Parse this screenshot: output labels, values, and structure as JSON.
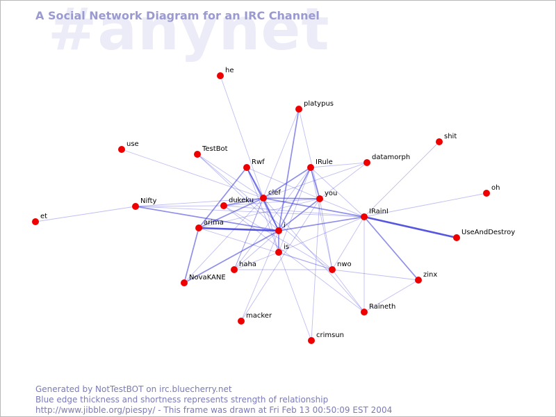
{
  "watermark": "#anynet",
  "title": "A Social Network Diagram for an IRC Channel",
  "footer": {
    "line1": "Generated by NotTestBOT on irc.bluecherry.net",
    "line2": "Blue edge thickness and shortness represents strength of relationship",
    "line3": "http://www.jibble.org/piespy/ - This frame was drawn at Fri Feb 13 00:50:09 EST 2004"
  },
  "colors": {
    "node": "#ee0000",
    "edge": "#4444dd",
    "title": "#9a9ad0",
    "watermark": "#ececf8",
    "footer": "#7a7ab8"
  },
  "nodes": [
    {
      "id": "he",
      "label": "he"
    },
    {
      "id": "platypus",
      "label": "platypus"
    },
    {
      "id": "shit",
      "label": "shit"
    },
    {
      "id": "use",
      "label": "use"
    },
    {
      "id": "TestBot",
      "label": "TestBot"
    },
    {
      "id": "Rwf",
      "label": "Rwf"
    },
    {
      "id": "IRule",
      "label": "IRule"
    },
    {
      "id": "datamorph",
      "label": "datamorph"
    },
    {
      "id": "oh",
      "label": "oh"
    },
    {
      "id": "Nifty",
      "label": "Nifty"
    },
    {
      "id": "dukeku",
      "label": "dukeku"
    },
    {
      "id": "clef",
      "label": "clef"
    },
    {
      "id": "you",
      "label": "you"
    },
    {
      "id": "IRainI",
      "label": "IRainI"
    },
    {
      "id": "et",
      "label": "et"
    },
    {
      "id": "arima",
      "label": "arima"
    },
    {
      "id": "i",
      "label": "i"
    },
    {
      "id": "UseAndDestroy",
      "label": "UseAndDestroy"
    },
    {
      "id": "is",
      "label": "is"
    },
    {
      "id": "haha",
      "label": "haha"
    },
    {
      "id": "nwo",
      "label": "nwo"
    },
    {
      "id": "NovaKANE",
      "label": "NovaKANE"
    },
    {
      "id": "zinx",
      "label": "zinx"
    },
    {
      "id": "Raineth",
      "label": "Raineth"
    },
    {
      "id": "macker",
      "label": "macker"
    },
    {
      "id": "crimsun",
      "label": "crimsun"
    }
  ],
  "edges": [
    {
      "from": "he",
      "to": "clef",
      "strength": 1
    },
    {
      "from": "platypus",
      "to": "i",
      "strength": 2
    },
    {
      "from": "platypus",
      "to": "you",
      "strength": 1
    },
    {
      "from": "platypus",
      "to": "haha",
      "strength": 1
    },
    {
      "from": "shit",
      "to": "IRainI",
      "strength": 1
    },
    {
      "from": "use",
      "to": "clef",
      "strength": 1
    },
    {
      "from": "TestBot",
      "to": "clef",
      "strength": 1
    },
    {
      "from": "TestBot",
      "to": "i",
      "strength": 1
    },
    {
      "from": "TestBot",
      "to": "nwo",
      "strength": 1
    },
    {
      "from": "Rwf",
      "to": "clef",
      "strength": 2
    },
    {
      "from": "Rwf",
      "to": "i",
      "strength": 2
    },
    {
      "from": "Rwf",
      "to": "arima",
      "strength": 2
    },
    {
      "from": "Rwf",
      "to": "you",
      "strength": 1
    },
    {
      "from": "Rwf",
      "to": "is",
      "strength": 1
    },
    {
      "from": "IRule",
      "to": "clef",
      "strength": 2
    },
    {
      "from": "IRule",
      "to": "i",
      "strength": 2
    },
    {
      "from": "IRule",
      "to": "you",
      "strength": 2
    },
    {
      "from": "IRule",
      "to": "datamorph",
      "strength": 1
    },
    {
      "from": "IRule",
      "to": "is",
      "strength": 1
    },
    {
      "from": "IRule",
      "to": "nwo",
      "strength": 1
    },
    {
      "from": "IRule",
      "to": "IRainI",
      "strength": 1
    },
    {
      "from": "IRule",
      "to": "haha",
      "strength": 1
    },
    {
      "from": "datamorph",
      "to": "clef",
      "strength": 1
    },
    {
      "from": "datamorph",
      "to": "you",
      "strength": 1
    },
    {
      "from": "oh",
      "to": "IRainI",
      "strength": 1
    },
    {
      "from": "Nifty",
      "to": "clef",
      "strength": 1
    },
    {
      "from": "Nifty",
      "to": "dukeku",
      "strength": 1
    },
    {
      "from": "Nifty",
      "to": "i",
      "strength": 2
    },
    {
      "from": "Nifty",
      "to": "IRainI",
      "strength": 1
    },
    {
      "from": "dukeku",
      "to": "clef",
      "strength": 2
    },
    {
      "from": "dukeku",
      "to": "you",
      "strength": 1
    },
    {
      "from": "dukeku",
      "to": "IRainI",
      "strength": 1
    },
    {
      "from": "dukeku",
      "to": "nwo",
      "strength": 1
    },
    {
      "from": "dukeku",
      "to": "Raineth",
      "strength": 1
    },
    {
      "from": "clef",
      "to": "you",
      "strength": 2
    },
    {
      "from": "clef",
      "to": "IRainI",
      "strength": 2
    },
    {
      "from": "clef",
      "to": "arima",
      "strength": 2
    },
    {
      "from": "clef",
      "to": "i",
      "strength": 2
    },
    {
      "from": "clef",
      "to": "is",
      "strength": 1
    },
    {
      "from": "clef",
      "to": "haha",
      "strength": 1
    },
    {
      "from": "clef",
      "to": "NovaKANE",
      "strength": 1
    },
    {
      "from": "clef",
      "to": "Raineth",
      "strength": 1
    },
    {
      "from": "you",
      "to": "IRainI",
      "strength": 1
    },
    {
      "from": "you",
      "to": "i",
      "strength": 2
    },
    {
      "from": "you",
      "to": "arima",
      "strength": 1
    },
    {
      "from": "you",
      "to": "nwo",
      "strength": 1
    },
    {
      "from": "you",
      "to": "macker",
      "strength": 1
    },
    {
      "from": "you",
      "to": "crimsun",
      "strength": 1
    },
    {
      "from": "IRainI",
      "to": "UseAndDestroy",
      "strength": 3
    },
    {
      "from": "IRainI",
      "to": "i",
      "strength": 2
    },
    {
      "from": "IRainI",
      "to": "is",
      "strength": 1
    },
    {
      "from": "IRainI",
      "to": "zinx",
      "strength": 2
    },
    {
      "from": "IRainI",
      "to": "nwo",
      "strength": 1
    },
    {
      "from": "IRainI",
      "to": "Raineth",
      "strength": 1
    },
    {
      "from": "et",
      "to": "Nifty",
      "strength": 1
    },
    {
      "from": "arima",
      "to": "i",
      "strength": 3
    },
    {
      "from": "arima",
      "to": "NovaKANE",
      "strength": 2
    },
    {
      "from": "arima",
      "to": "nwo",
      "strength": 1
    },
    {
      "from": "i",
      "to": "NovaKANE",
      "strength": 2
    },
    {
      "from": "i",
      "to": "is",
      "strength": 2
    },
    {
      "from": "i",
      "to": "haha",
      "strength": 1
    },
    {
      "from": "i",
      "to": "macker",
      "strength": 1
    },
    {
      "from": "is",
      "to": "haha",
      "strength": 1
    },
    {
      "from": "is",
      "to": "nwo",
      "strength": 1
    },
    {
      "from": "is",
      "to": "crimsun",
      "strength": 1
    },
    {
      "from": "nwo",
      "to": "zinx",
      "strength": 1
    },
    {
      "from": "nwo",
      "to": "Raineth",
      "strength": 1
    },
    {
      "from": "nwo",
      "to": "haha",
      "strength": 1
    },
    {
      "from": "zinx",
      "to": "Raineth",
      "strength": 1
    }
  ]
}
